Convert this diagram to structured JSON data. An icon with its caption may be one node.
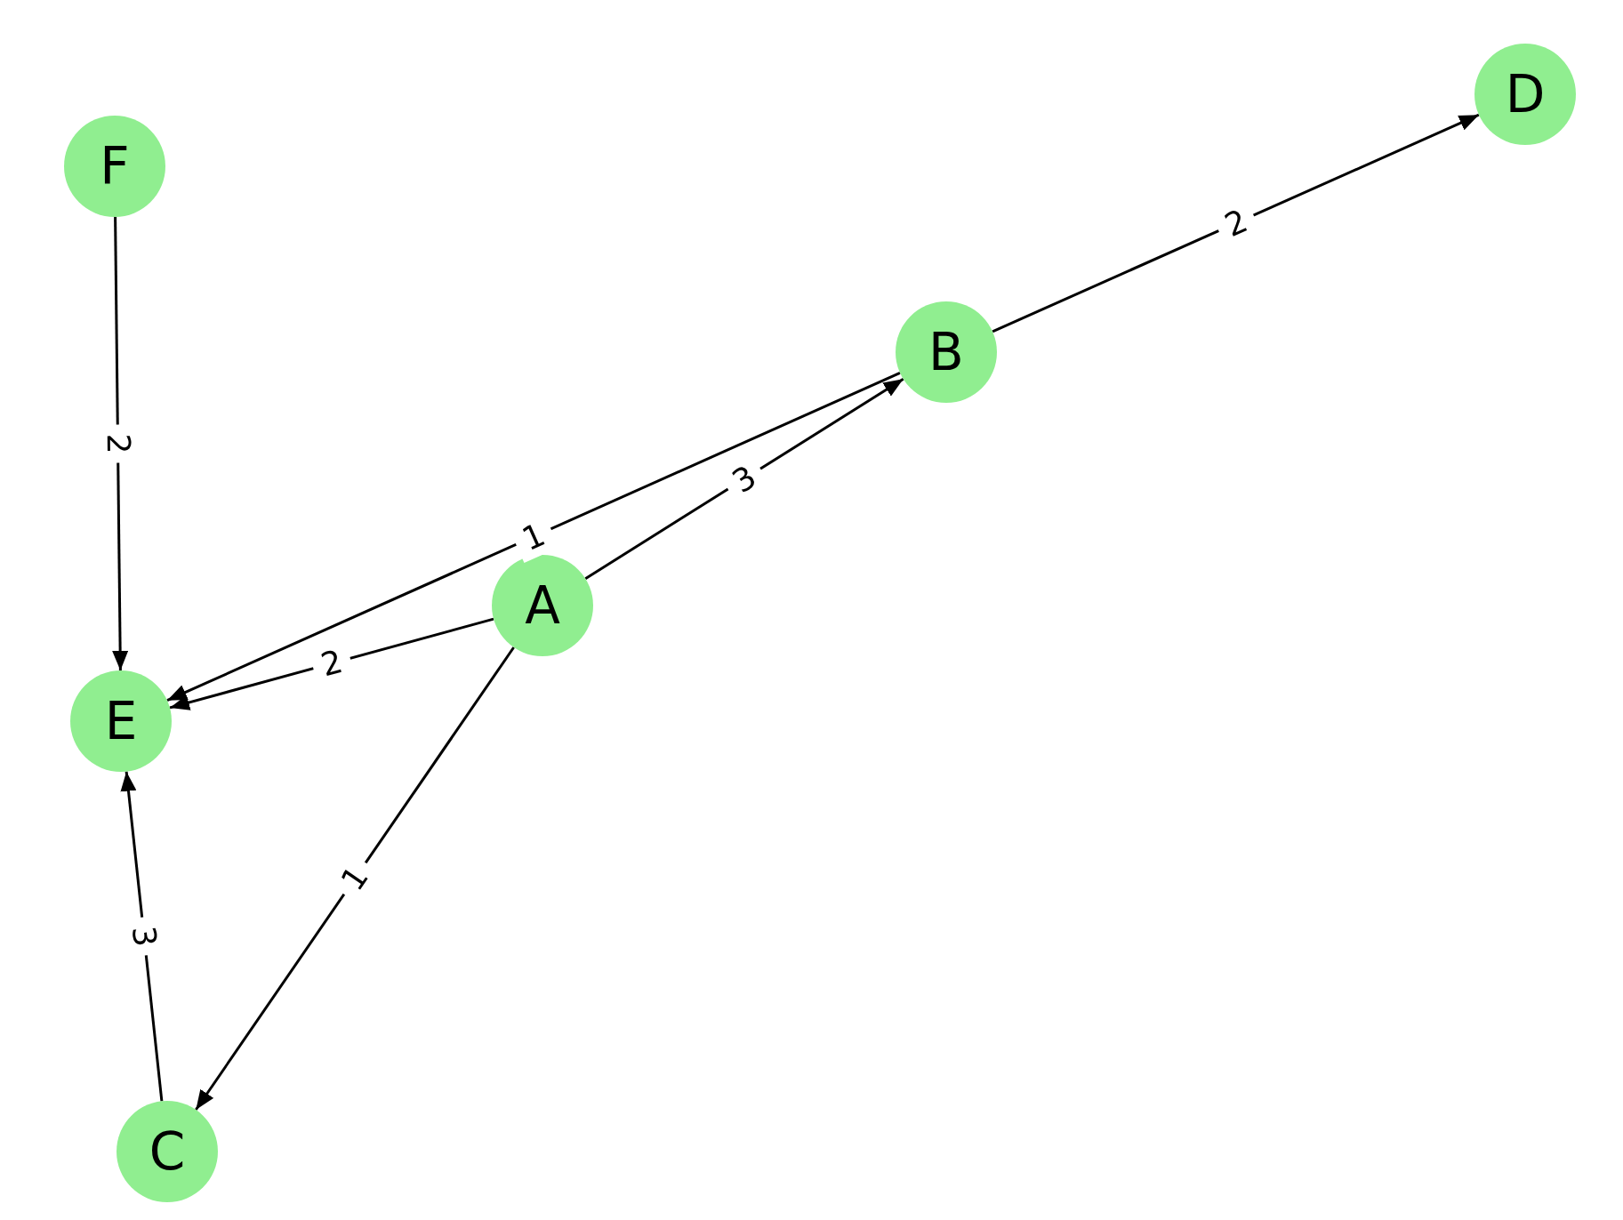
{
  "diagram": {
    "nodes": [
      {
        "text": [
          "D"
        ]
      },
      {
        "text": [
          "F"
        ]
      },
      {
        "text": [
          "B"
        ]
      },
      {
        "text": [
          "A"
        ]
      },
      {
        "text": [
          "E"
        ]
      },
      {
        "text": [
          "C"
        ]
      }
    ],
    "edges": [
      {
        "from": 3,
        "to": 2,
        "arrow": "to",
        "label": "3"
      },
      {
        "from": 3,
        "to": 4,
        "arrow": "to",
        "label": "2"
      },
      {
        "from": 3,
        "to": 5,
        "arrow": "to",
        "label": "1"
      },
      {
        "from": 2,
        "to": 0,
        "arrow": "to",
        "label": "2"
      },
      {
        "from": 2,
        "to": 4,
        "arrow": "to",
        "label": "1"
      },
      {
        "from": 1,
        "to": 4,
        "arrow": "to",
        "label": "2"
      },
      {
        "from": 5,
        "to": 4,
        "arrow": "to",
        "label": "3"
      }
    ]
  }
}
